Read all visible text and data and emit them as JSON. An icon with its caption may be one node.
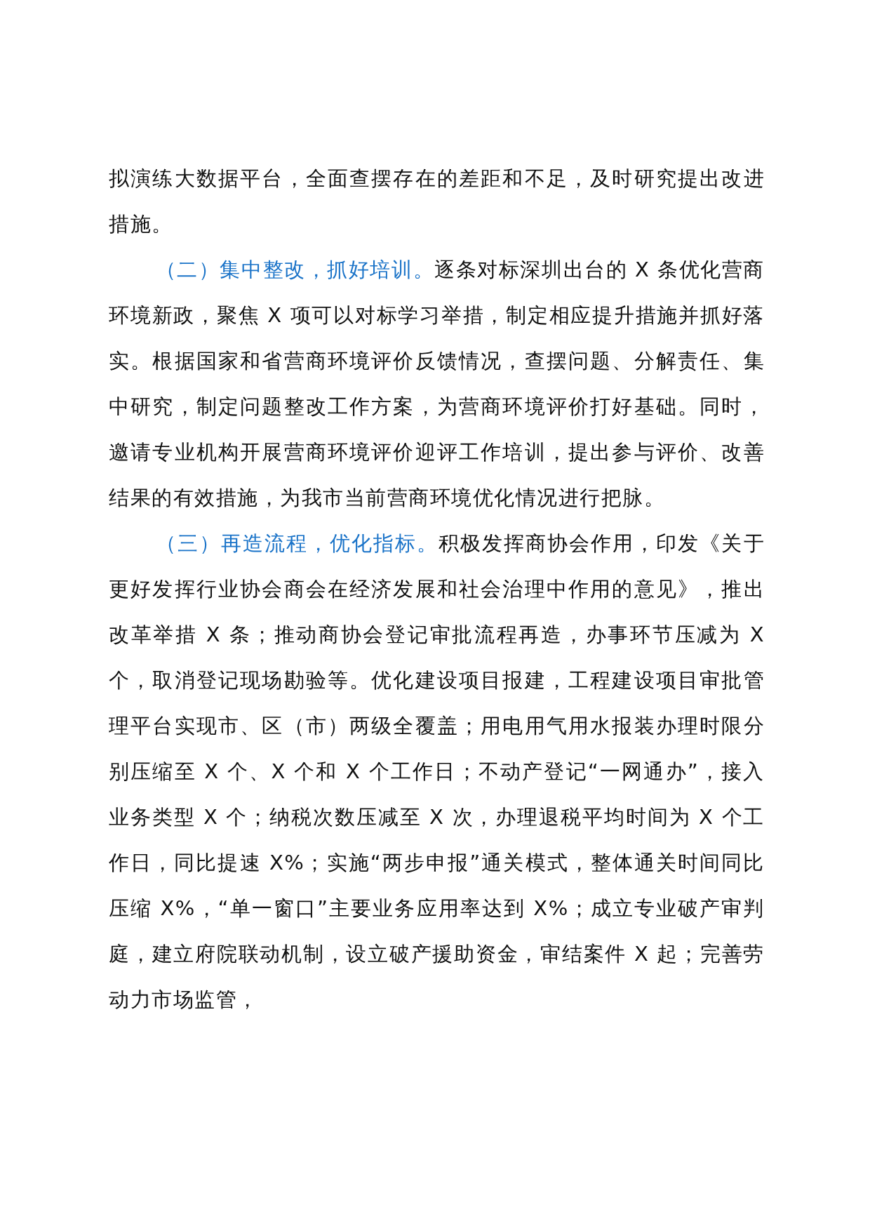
{
  "diagram": {
    "labels": [
      "拟演练大数据平台，全面查摆存在的差距和不足，及时研究提出改进措施。",
      "（二）集中整改，抓好培训。",
      "逐条对标深圳出台的 X 条优化营商环境新政，聚焦 X 项可以对标学习举措，制定相应提升措施并抓好落实。根据国家和省营商环境评价反馈情况，查摆问题、分解责任、集中研究，制定问题整改工作方案，为营商环境评价打好基础。同时，邀请专业机构开展营商环境评价迎评工作培训，提出参与评价、改善结果的有效措施，为我市当前营商环境优化情况进行把脉。",
      "（三）再造流程，优化指标。",
      "积极发挥商协会作用，印发《关于更好发挥行业协会商会在经济发展和社会治理中作用的意见》，推出改革举措 X 条；推动商协会登记审批流程再造，办事环节压减为 X 个，取消登记现场勘验等。优化建设项目报建，工程建设项目审批管理平台实现市、区（市）两级全覆盖；用电用气用水报装办理时限分别压缩至 X 个、X 个和 X 个工作日；不动产登记“一网通办”，接入业务类型 X 个；纳税次数压减至 X 次，办理退税平均时间为 X 个工作日，同比提速 X%；实施“两步申报”通关模式，整体通关时间同比压缩 X%，“单一窗口”主要业务应用率达到 X%；成立专业破产审判庭，建立府院联动机制，设立破产援助资金，审结案件 X 起；完善劳动力市场监管，"
    ]
  }
}
